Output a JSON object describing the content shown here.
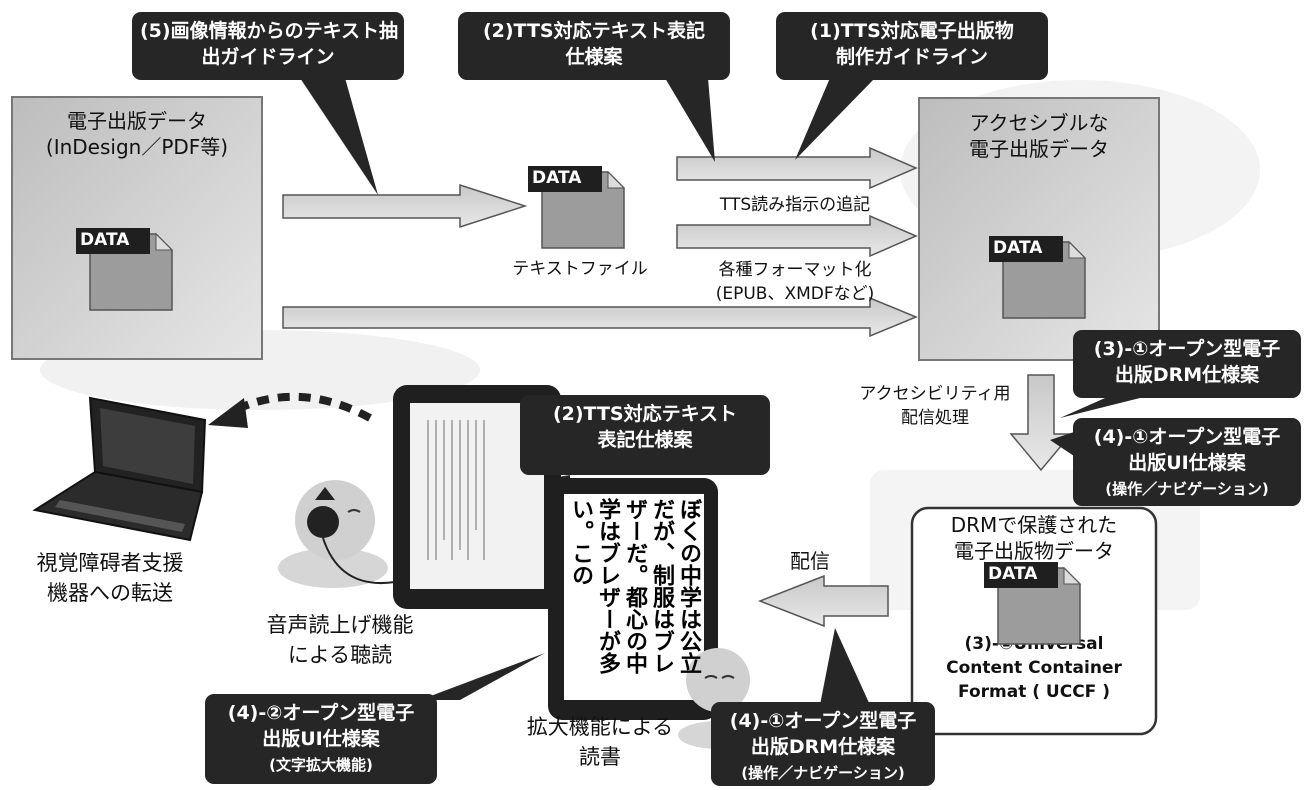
{
  "callouts": {
    "c5": [
      "(5)画像情報からのテキスト抽",
      "出ガイドライン"
    ],
    "c2_top": [
      "(2)TTS対応テキスト表記",
      "仕様案"
    ],
    "c1": [
      "(1)TTS対応電子出版物",
      "制作ガイドライン"
    ],
    "c3_1_top": [
      "(3)-①オープン型電子",
      "出版DRM仕様案"
    ],
    "c4_1_right": [
      "(4)-①オープン型電子",
      "出版UI仕様案",
      "(操作／ナビゲーション)"
    ],
    "c2_mid": [
      "(2)TTS対応テキスト",
      "表記仕様案"
    ],
    "c4_2": [
      "(4)-②オープン型電子",
      "出版UI仕様案",
      "(文字拡大機能)"
    ],
    "c4_1_bottom": [
      "(4)-①オープン型電子",
      "出版DRM仕様案",
      "(操作／ナビゲーション)"
    ]
  },
  "boxes": {
    "source": [
      "電子出版データ",
      "(InDesign／PDF等)"
    ],
    "accessible": [
      "アクセシブルな",
      "電子出版データ"
    ],
    "drm": [
      "DRMで保護された",
      "電子出版物データ"
    ],
    "uccf": [
      "(3)-②Universal",
      "Content Container",
      "Format ( UCCF )"
    ]
  },
  "data_label": "DATA",
  "labels": {
    "text_file": "テキストファイル",
    "tts_reading": "TTS読み指示の追記",
    "formats": [
      "各種フォーマット化",
      "(EPUB、XMDFなど)"
    ],
    "access_delivery": [
      "アクセシビリティ用",
      "配信処理"
    ],
    "delivery": "配信",
    "transfer": [
      "視覚障碍者支援",
      "機器への転送"
    ],
    "voice": [
      "音声読上げ機能",
      "による聴読"
    ],
    "magnify": [
      "拡大機能による",
      "読書"
    ]
  },
  "vertical_text": [
    "ぼくの中学は公立",
    "だが、制服はブレ",
    "ザーだ。都心の中",
    "学はブレザーが多",
    "い。この"
  ]
}
